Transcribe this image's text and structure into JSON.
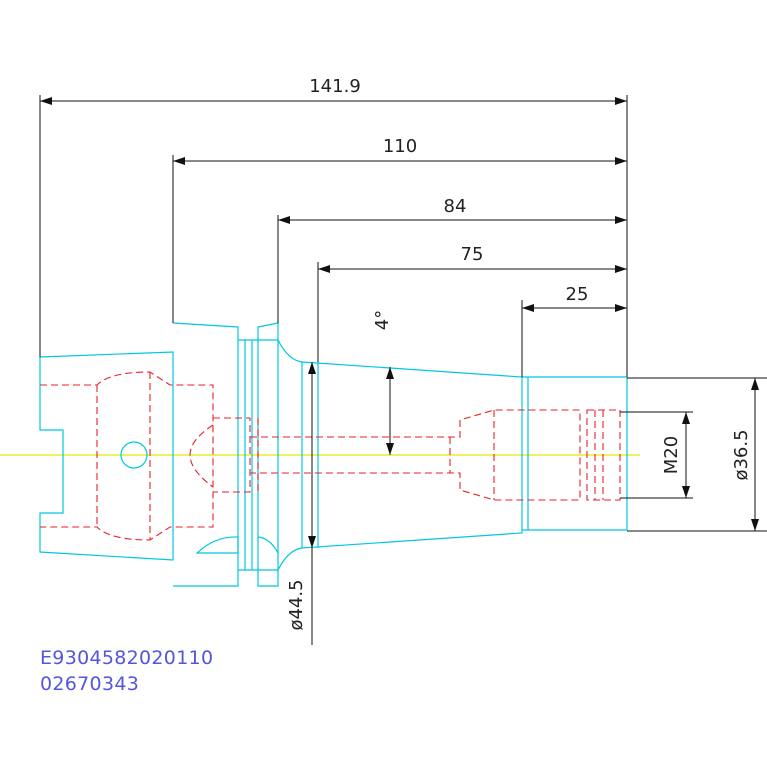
{
  "dimensions": {
    "overall_length": "141.9",
    "length_110": "110",
    "length_84": "84",
    "length_75": "75",
    "length_25": "25",
    "taper_angle": "4°",
    "thread": "M20",
    "diameter_36_5": "ø36.5",
    "diameter_44_5": "ø44.5"
  },
  "part_codes": {
    "line1": "E9304582020110",
    "line2": "02670343"
  },
  "colors": {
    "outline": "#00c8e0",
    "hidden": "#e8202a",
    "dimension": "#111111",
    "centerline": "#e8e800",
    "code_text": "#5555dd"
  }
}
